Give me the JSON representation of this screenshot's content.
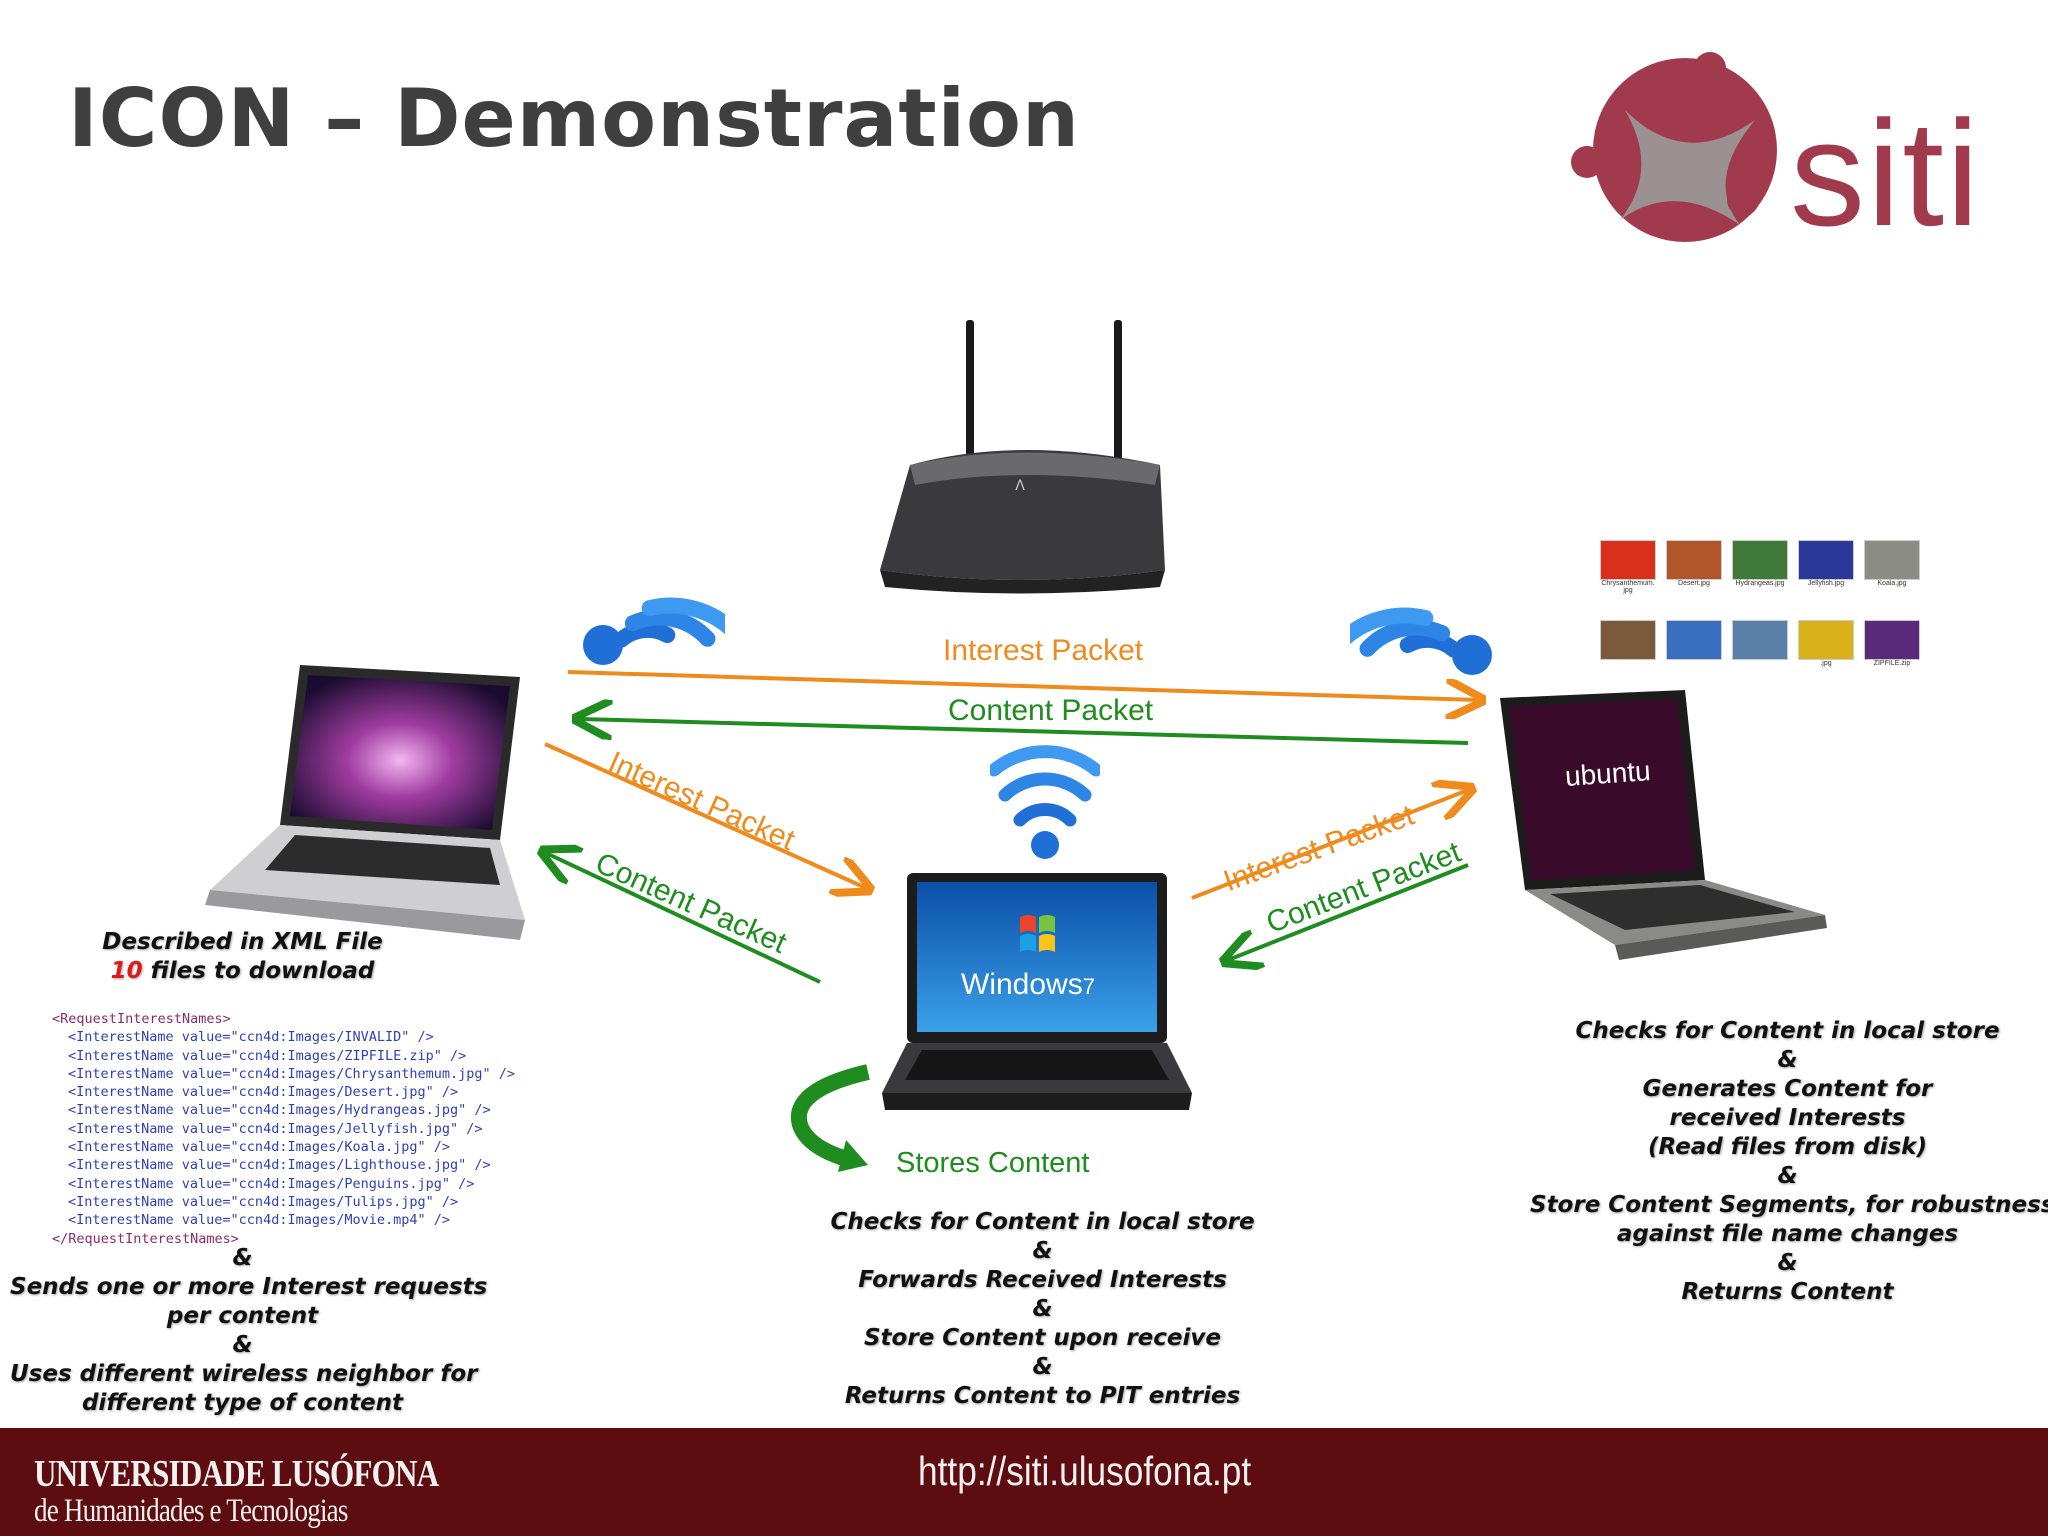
{
  "title": "ICON – Demonstration",
  "logo": {
    "text": "siti",
    "color": "#a23a4e"
  },
  "packets": {
    "top_interest": "Interest Packet",
    "top_content": "Content Packet",
    "left_interest": "Interest Packet",
    "left_content": "Content Packet",
    "right_interest": "Interest Packet",
    "right_content": "Content Packet",
    "stores": "Stores Content"
  },
  "devices": {
    "router": "router-icon",
    "left_laptop": "macbook-icon",
    "center_laptop": {
      "icon": "laptop-icon",
      "screen_text": "Windows",
      "screen_version": "7"
    },
    "right_laptop": {
      "icon": "laptop-icon",
      "screen_text": "ubuntu"
    }
  },
  "left_desc": {
    "line1": "Described in XML File",
    "count": "10",
    "line2": " files to download",
    "after": [
      "&",
      "Sends one or more Interest requests",
      "per content",
      "&",
      "Uses different wireless neighbor for",
      "different type of content"
    ]
  },
  "xml": {
    "open": "<RequestInterestNames>",
    "items": [
      "<InterestName value=\"ccn4d:Images/INVALID\" />",
      "<InterestName value=\"ccn4d:Images/ZIPFILE.zip\" />",
      "<InterestName value=\"ccn4d:Images/Chrysanthemum.jpg\" />",
      "<InterestName value=\"ccn4d:Images/Desert.jpg\" />",
      "<InterestName value=\"ccn4d:Images/Hydrangeas.jpg\" />",
      "<InterestName value=\"ccn4d:Images/Jellyfish.jpg\" />",
      "<InterestName value=\"ccn4d:Images/Koala.jpg\" />",
      "<InterestName value=\"ccn4d:Images/Lighthouse.jpg\" />",
      "<InterestName value=\"ccn4d:Images/Penguins.jpg\" />",
      "<InterestName value=\"ccn4d:Images/Tulips.jpg\" />",
      "<InterestName value=\"ccn4d:Images/Movie.mp4\" />"
    ],
    "close": "</RequestInterestNames>"
  },
  "center_desc": [
    "Checks for Content in local store",
    "&",
    "Forwards Received Interests",
    "&",
    "Store Content upon receive",
    "&",
    "Returns Content to PIT entries"
  ],
  "right_desc": [
    "Checks for Content in local store",
    "&",
    "Generates Content for",
    "received Interests",
    "(Read files from disk)",
    "&",
    "Store Content Segments, for robustness",
    "against file name changes",
    "&",
    "Returns Content"
  ],
  "thumbnails": [
    {
      "label": "Chrysanthemum.\njpg",
      "color": "#d8301a"
    },
    {
      "label": "Desert.jpg",
      "color": "#b0562a"
    },
    {
      "label": "Hydrangeas.jpg",
      "color": "#3f7a3a"
    },
    {
      "label": "Jellyfish.jpg",
      "color": "#2b3a9a"
    },
    {
      "label": "Koala.jpg",
      "color": "#8c8c86"
    },
    {
      "label": "",
      "color": "#7a5a3a"
    },
    {
      "label": "",
      "color": "#3a6fc0"
    },
    {
      "label": "",
      "color": "#5a7fa8"
    },
    {
      "label": ".jpg",
      "color": "#d9b21a"
    },
    {
      "label": "ZIPFILE.zip",
      "color": "#5a2a7a"
    }
  ],
  "footer": {
    "uni_line1": "UNIVERSIDADE LUSÓFONA",
    "uni_line2": "de Humanidades e Tecnologias",
    "url": "http://siti.ulusofona.pt"
  }
}
